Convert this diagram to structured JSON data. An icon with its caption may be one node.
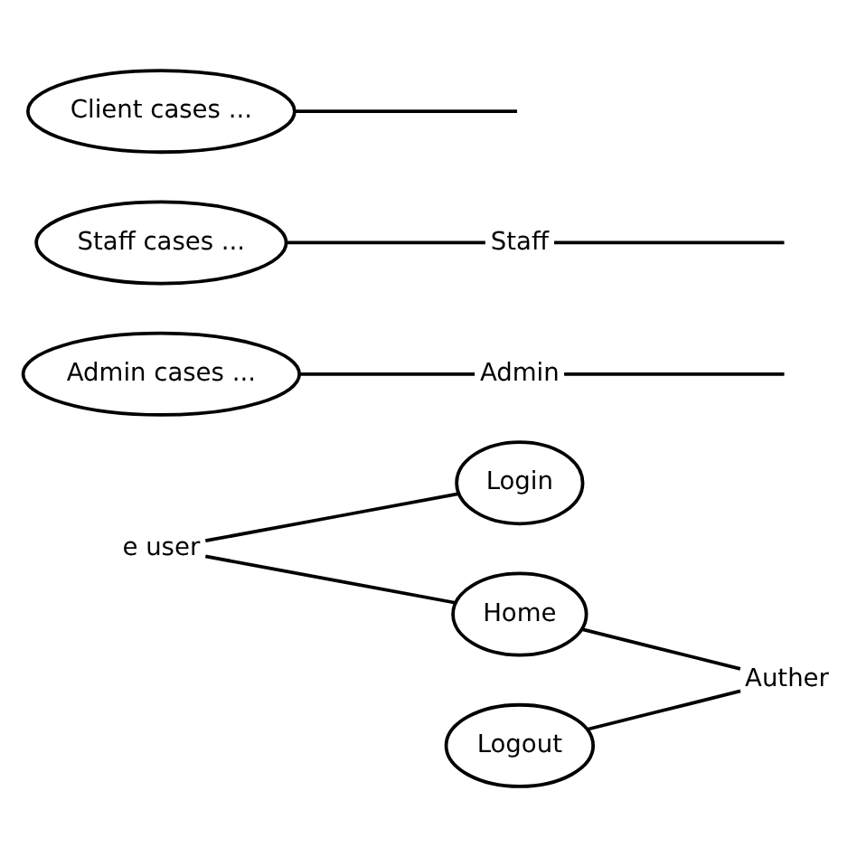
{
  "diagram": {
    "nodes": [
      {
        "text": [
          "e user"
        ]
      },
      {
        "text": [
          "Login"
        ]
      },
      {
        "text": [
          "Home"
        ]
      },
      {
        "text": [
          "Logout"
        ]
      },
      {
        "text": [
          "Auther"
        ]
      },
      {
        "text": [
          "Admin"
        ]
      },
      {
        "text": [
          "Admin cases ..."
        ]
      },
      {
        "text": [
          "Staff"
        ]
      },
      {
        "text": [
          "Staff cases ..."
        ]
      },
      {
        "text": [
          "Client cases ..."
        ]
      }
    ],
    "edges": [
      {
        "from": 0,
        "to": 1,
        "arrow": "none"
      },
      {
        "from": 0,
        "to": 2,
        "arrow": "none"
      },
      {
        "from": 2,
        "to": 4,
        "arrow": "none"
      },
      {
        "from": 3,
        "to": 4,
        "arrow": "none"
      },
      {
        "from": 6,
        "to": 5,
        "arrow": "none"
      },
      {
        "from": 5,
        "to": null,
        "arrow": "none"
      },
      {
        "from": 8,
        "to": 7,
        "arrow": "none"
      },
      {
        "from": 7,
        "to": null,
        "arrow": "none"
      },
      {
        "from": 9,
        "to": null,
        "arrow": "none"
      }
    ]
  }
}
